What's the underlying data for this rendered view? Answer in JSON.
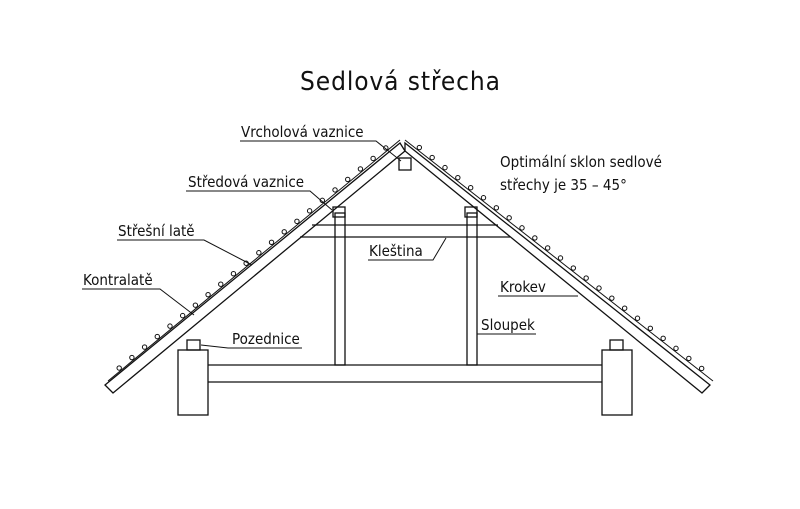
{
  "title": "Sedlová střecha",
  "labels": {
    "ridge_purlin": "Vrcholová vaznice",
    "middle_purlin": "Středová vaznice",
    "battens": "Střešní latě",
    "counter_battens": "Kontralatě",
    "wall_plate": "Pozednice",
    "collar_beam": "Kleština",
    "rafter": "Krokev",
    "post": "Sloupek"
  },
  "note": {
    "line1": "Optimální sklon sedlové",
    "line2": "střechy je 35 – 45°"
  }
}
